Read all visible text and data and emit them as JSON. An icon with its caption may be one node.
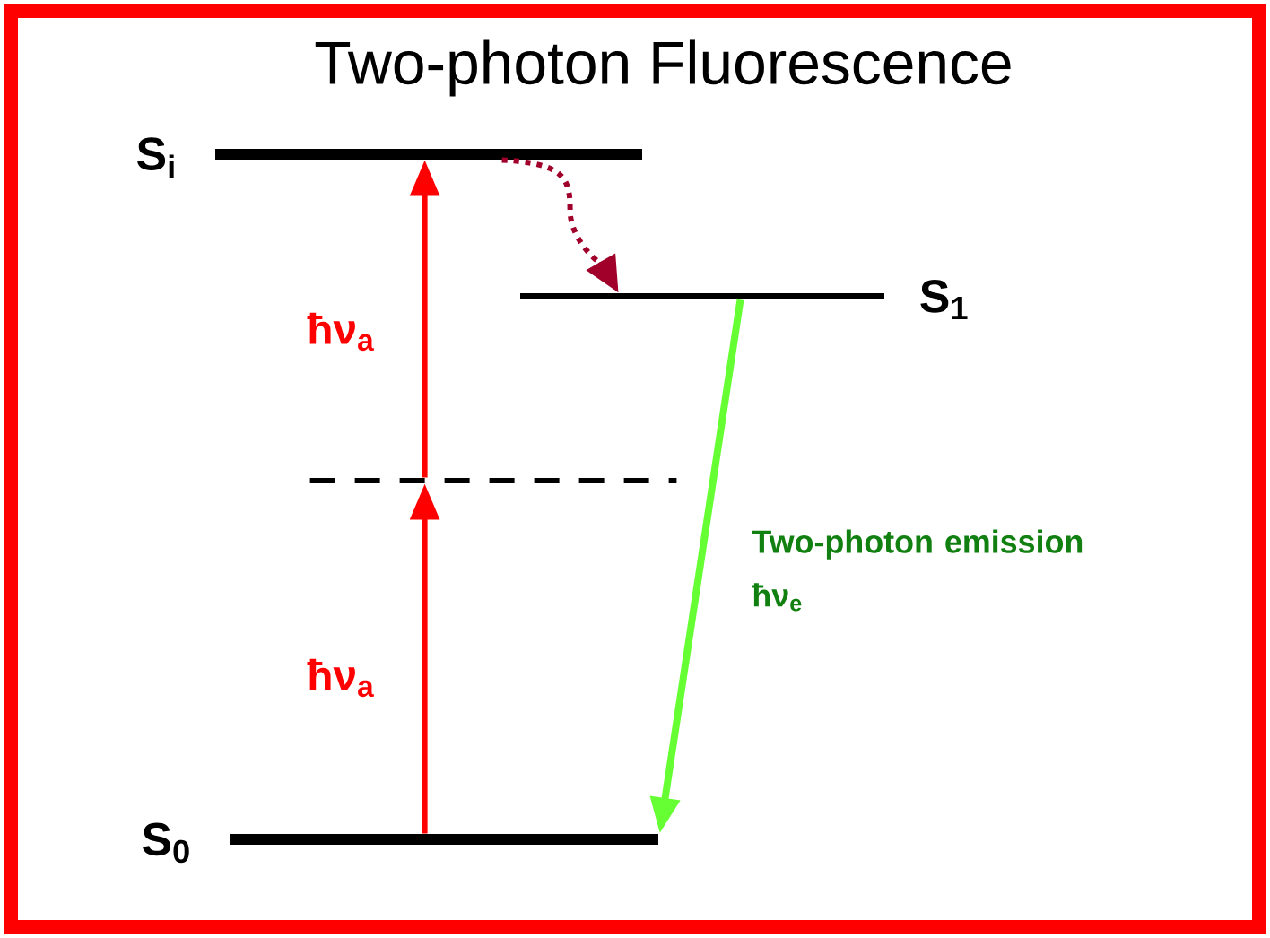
{
  "diagram": {
    "title": "Two-photon Fluorescence",
    "nodes": [
      {
        "text": [
          "S$_{i}$"
        ]
      },
      {
        "text": [
          "S$_{1}$"
        ]
      },
      {
        "text": [],
        "shape": "bar"
      },
      {
        "text": [
          "S$_{0}$"
        ]
      }
    ],
    "edges": [
      {
        "from": 3,
        "to": 2,
        "arrow": "to",
        "label": "ħν$_{a}$",
        "color": "#ff0000"
      },
      {
        "from": 2,
        "to": 0,
        "arrow": "to",
        "label": "ħν$_{a}$",
        "color": "#ff0000"
      },
      {
        "from": 0,
        "to": 1,
        "arrow": "to",
        "style": "dashed",
        "color": "#a0002a"
      },
      {
        "from": 1,
        "to": 3,
        "arrow": "to",
        "label": "Two-photon emission ħν$_{e}$",
        "color": "#66ff33"
      }
    ]
  }
}
